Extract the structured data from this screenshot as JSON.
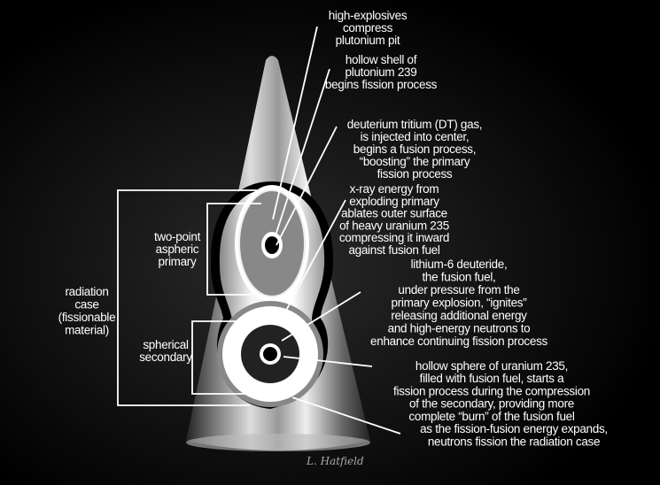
{
  "labels": {
    "high_explosives": [
      "high-explosives",
      "compress",
      "plutonium pit"
    ],
    "hollow_shell": [
      "hollow shell of",
      "plutonium 239",
      "begins fission process"
    ],
    "dt_gas": [
      "deuterium tritium (DT) gas,",
      "is injected into center,",
      "begins a fusion process,",
      "“boosting” the primary",
      "fission process"
    ],
    "xray": [
      "x-ray energy from",
      "exploding primary",
      "ablates outer surface",
      "of heavy uranium 235",
      "compressing it inward",
      "against fusion fuel"
    ],
    "lithium": [
      "lithium-6 deuteride,",
      "the fusion fuel,",
      "under pressure from the",
      "primary explosion, “ignites”",
      "releasing additional energy",
      "and high-energy neutrons to",
      "enhance continuing fission process"
    ],
    "uranium_sphere": [
      "hollow sphere of uranium 235,",
      "filled with fusion fuel, starts a",
      "fission process during the compression",
      "of the secondary, providing more",
      "complete “burn” of the fusion fuel"
    ],
    "radiation_expands": [
      "as the fission-fusion energy expands,",
      "neutrons fission the radiation case"
    ],
    "primary": [
      "two-point",
      "aspheric",
      "primary"
    ],
    "secondary": [
      "spherical",
      "secondary"
    ],
    "radiation_case": [
      "radiation",
      "case",
      "(fissionable",
      "material)"
    ]
  },
  "signature": "L. Hatfield"
}
